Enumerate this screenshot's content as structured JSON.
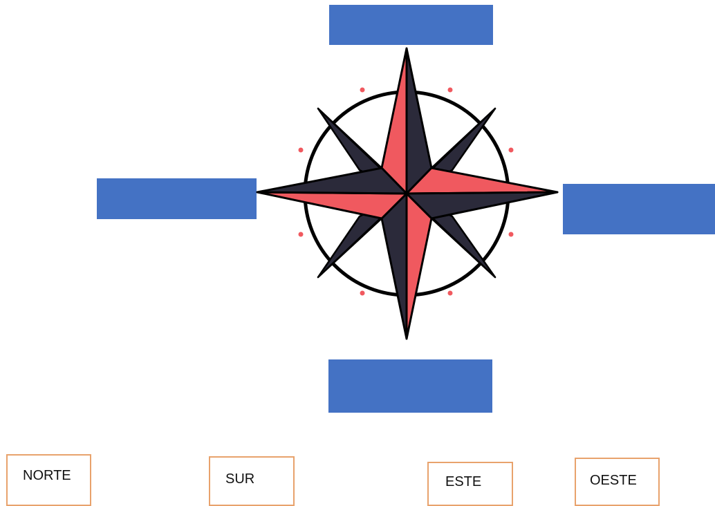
{
  "drop_zones": {
    "north": {
      "color": "#4472c4",
      "value": ""
    },
    "south": {
      "color": "#4472c4",
      "value": ""
    },
    "east": {
      "color": "#4472c4",
      "value": ""
    },
    "west": {
      "color": "#4472c4",
      "value": ""
    }
  },
  "compass": {
    "icon": "compass-rose-icon",
    "colors": {
      "dark": "#2b2a3a",
      "accent": "#f0595f",
      "outline": "#000000",
      "dots": "#f0595f"
    }
  },
  "word_cards": [
    {
      "label": "NORTE"
    },
    {
      "label": "SUR"
    },
    {
      "label": "ESTE"
    },
    {
      "label": "OESTE"
    }
  ],
  "card_border_color": "#e8a26c"
}
